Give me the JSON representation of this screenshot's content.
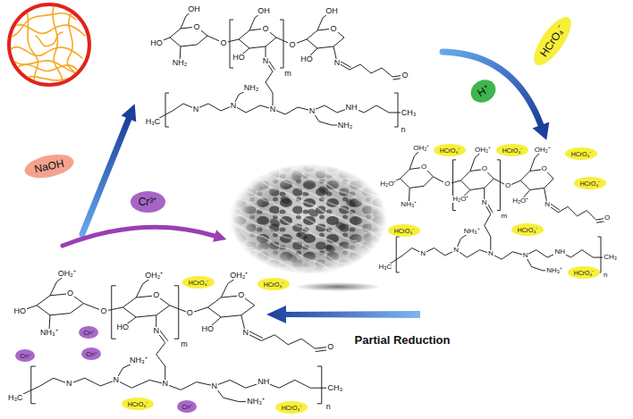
{
  "diagram": {
    "nodes": [
      {
        "text": [
          "HCrO₄⁻"
        ]
      },
      {
        "text": [
          "H⁺"
        ]
      },
      {
        "text": [
          "NaOH"
        ]
      },
      {
        "text": [
          "Cr³⁺"
        ]
      },
      {
        "text": [
          "HCrO₄⁻"
        ]
      },
      {
        "text": [
          "HCrO₄⁻"
        ]
      },
      {
        "text": [
          "HCrO₄⁻"
        ]
      },
      {
        "text": [
          "HCrO₄⁻"
        ]
      },
      {
        "text": [
          "HCrO₄⁻"
        ]
      },
      {
        "text": [
          "HCrO₄⁻"
        ]
      },
      {
        "text": [
          "HCrO₄⁻"
        ]
      },
      {
        "text": [
          "HCrO₄⁻"
        ]
      },
      {
        "text": [
          "HCrO₄⁻"
        ]
      },
      {
        "text": [
          "Cr³⁺"
        ]
      },
      {
        "text": [
          "Cr³⁺"
        ]
      },
      {
        "text": [
          "Cr³⁺"
        ]
      },
      {
        "text": [
          "HCrO₄⁻"
        ]
      },
      {
        "text": [
          "Cr³⁺"
        ]
      },
      {
        "text": [
          "HCrO₄⁻"
        ]
      }
    ],
    "labels": [
      "Partial Reduction",
      "OH",
      "O",
      "HO",
      "NH₂",
      "O",
      "OH",
      "O",
      "HO",
      "N",
      "O",
      "m",
      "OH",
      "O",
      "HO",
      "N",
      "O",
      "H₃C",
      "N",
      "N",
      "NH₂",
      "N",
      "N",
      "NH₂",
      "NH",
      "CH₃",
      "n",
      "OH₂⁺",
      "O",
      "H₂O⁺",
      "NH₃⁺",
      "O",
      "OH₂⁺",
      "O",
      "H₂O⁺",
      "N",
      "O",
      "m",
      "OH₂⁺",
      "O",
      "H₂O⁺",
      "N",
      "O",
      "H₃C",
      "N",
      "N",
      "NH₃⁺",
      "N",
      "N",
      "NH₃⁺",
      "NH",
      "CH₃",
      "n",
      "OH₂⁺",
      "O",
      "HO",
      "NH₃⁺",
      "O",
      "OH₂⁺",
      "O",
      "HO",
      "N",
      "O",
      "m",
      "OH₂⁺",
      "O",
      "HO",
      "N",
      "O",
      "H₃C",
      "N",
      "N",
      "NH₃⁺",
      "N",
      "N",
      "NH₃⁺",
      "NH",
      "CH₃",
      "n"
    ]
  }
}
